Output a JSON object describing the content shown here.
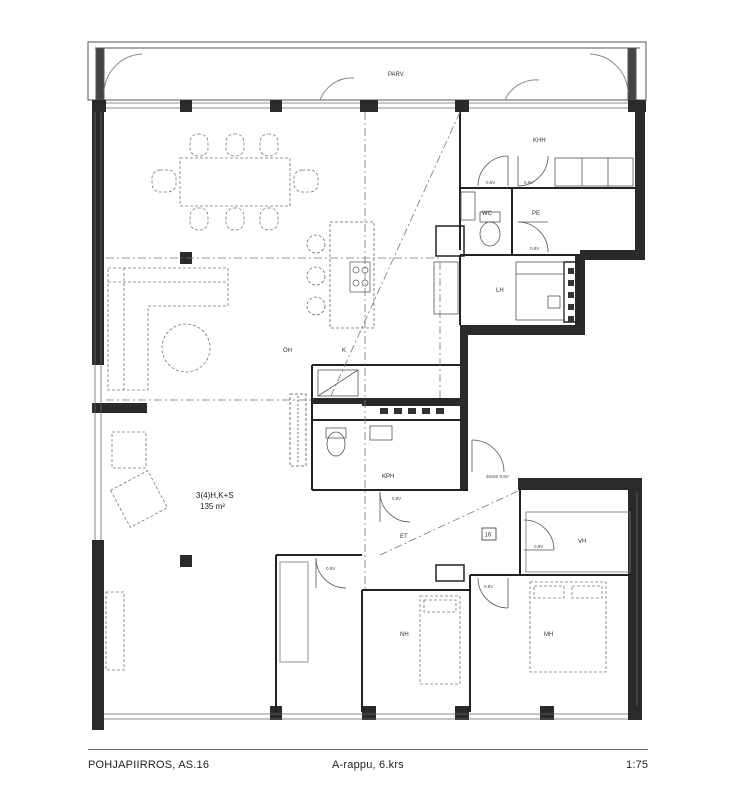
{
  "footer": {
    "left": "POHJAPIIRROS, AS.16",
    "middle": "A-rappu, 6.krs",
    "right": "1:75"
  },
  "apartment": {
    "type": "3(4)H,K+S",
    "area": "135 m²",
    "number": "16"
  },
  "rooms": {
    "parv": "PARV.",
    "khh": "KHH",
    "wc": "WC",
    "pe": "PE",
    "lh": "LH",
    "oh": "OH",
    "k": "K",
    "kph": "KPH",
    "et": "ET",
    "vh": "VH",
    "nh1": "NH",
    "nh2": "MH"
  },
  "door_labels": {
    "d1": "0.8V",
    "d2": "0.8V",
    "d3": "0.8V",
    "d4": "0.8V",
    "d5": "0.9V",
    "d6": "30x50\n0.8V",
    "d7": "0.8V",
    "d8": "0.8V"
  }
}
